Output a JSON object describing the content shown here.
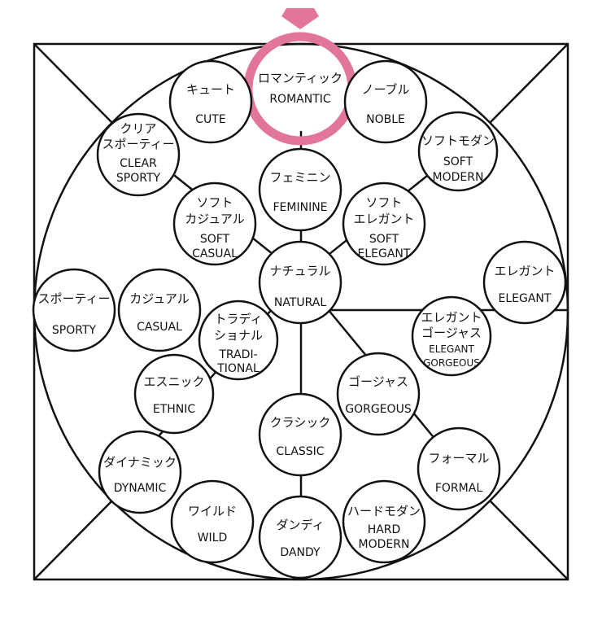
{
  "highlight_color": "#e2769a",
  "nodes": [
    {
      "id": "romantic",
      "jp": "ロマンティック",
      "en": [
        "ROMANTIC"
      ],
      "highlighted": true
    },
    {
      "id": "cute",
      "jp": "キュート",
      "en": [
        "CUTE"
      ]
    },
    {
      "id": "noble",
      "jp": "ノーブル",
      "en": [
        "NOBLE"
      ]
    },
    {
      "id": "clear-sporty",
      "jp": [
        "クリア",
        "スポーティー"
      ],
      "en": [
        "CLEAR",
        "SPORTY"
      ]
    },
    {
      "id": "soft-modern",
      "jp": "ソフトモダン",
      "en": [
        "SOFT",
        "MODERN"
      ]
    },
    {
      "id": "feminine",
      "jp": "フェミニン",
      "en": [
        "FEMININE"
      ]
    },
    {
      "id": "soft-casual",
      "jp": [
        "ソフト",
        "カジュアル"
      ],
      "en": [
        "SOFT",
        "CASUAL"
      ]
    },
    {
      "id": "soft-elegant",
      "jp": [
        "ソフト",
        "エレガント"
      ],
      "en": [
        "SOFT",
        "ELEGANT"
      ]
    },
    {
      "id": "natural",
      "jp": "ナチュラル",
      "en": [
        "NATURAL"
      ]
    },
    {
      "id": "elegant",
      "jp": "エレガント",
      "en": [
        "ELEGANT"
      ]
    },
    {
      "id": "sporty",
      "jp": "スポーティー",
      "en": [
        "SPORTY"
      ]
    },
    {
      "id": "casual",
      "jp": "カジュアル",
      "en": [
        "CASUAL"
      ]
    },
    {
      "id": "traditional",
      "jp": [
        "トラディ",
        "ショナル"
      ],
      "en": [
        "TRADI-",
        "TIONAL"
      ]
    },
    {
      "id": "elegant-gorgeous",
      "jp": [
        "エレガント",
        "ゴージャス"
      ],
      "en": [
        "ELEGANT",
        "GORGEOUS"
      ]
    },
    {
      "id": "ethnic",
      "jp": "エスニック",
      "en": [
        "ETHNIC"
      ]
    },
    {
      "id": "gorgeous",
      "jp": "ゴージャス",
      "en": [
        "GORGEOUS"
      ]
    },
    {
      "id": "classic",
      "jp": "クラシック",
      "en": [
        "CLASSIC"
      ]
    },
    {
      "id": "dynamic",
      "jp": "ダイナミック",
      "en": [
        "DYNAMIC"
      ]
    },
    {
      "id": "formal",
      "jp": "フォーマル",
      "en": [
        "FORMAL"
      ]
    },
    {
      "id": "wild",
      "jp": "ワイルド",
      "en": [
        "WILD"
      ]
    },
    {
      "id": "dandy",
      "jp": "ダンディ",
      "en": [
        "DANDY"
      ]
    },
    {
      "id": "hard-modern",
      "jp": "ハードモダン",
      "en": [
        "HARD",
        "MODERN"
      ]
    }
  ]
}
